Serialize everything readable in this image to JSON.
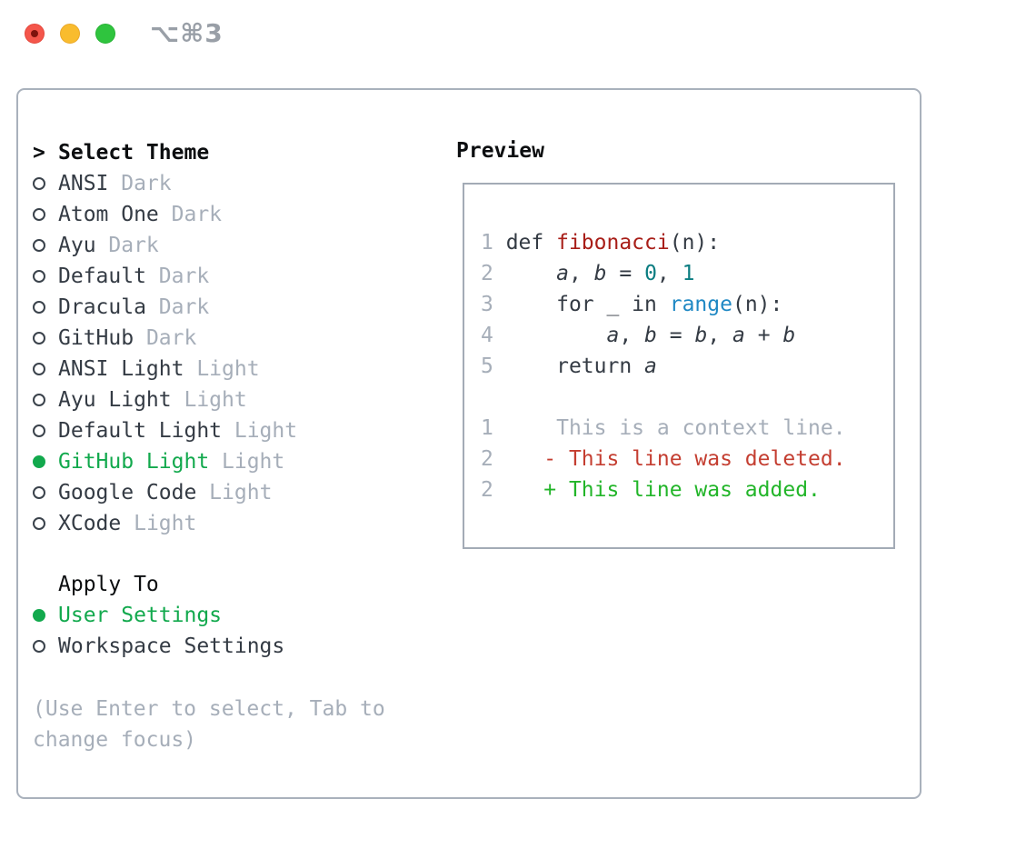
{
  "titlebar": {
    "shortcut": "⌥⌘3",
    "buttons": [
      "close-button",
      "minimize-button",
      "zoom-button"
    ]
  },
  "theme_panel": {
    "prompt": ">",
    "header": "Select Theme",
    "items": [
      {
        "name": "ANSI",
        "variant": "Dark",
        "selected": false
      },
      {
        "name": "Atom One",
        "variant": "Dark",
        "selected": false
      },
      {
        "name": "Ayu",
        "variant": "Dark",
        "selected": false
      },
      {
        "name": "Default",
        "variant": "Dark",
        "selected": false
      },
      {
        "name": "Dracula",
        "variant": "Dark",
        "selected": false
      },
      {
        "name": "GitHub",
        "variant": "Dark",
        "selected": false
      },
      {
        "name": "ANSI Light",
        "variant": "Light",
        "selected": false
      },
      {
        "name": "Ayu Light",
        "variant": "Light",
        "selected": false
      },
      {
        "name": "Default Light",
        "variant": "Light",
        "selected": false
      },
      {
        "name": "GitHub Light",
        "variant": "Light",
        "selected": true
      },
      {
        "name": "Google Code",
        "variant": "Light",
        "selected": false
      },
      {
        "name": "XCode",
        "variant": "Light",
        "selected": false
      }
    ],
    "apply_to": {
      "header": "Apply To",
      "options": [
        {
          "label": "User Settings",
          "selected": true
        },
        {
          "label": "Workspace Settings",
          "selected": false
        }
      ]
    },
    "hint_lines": [
      "(Use Enter to select, Tab to",
      "change focus)"
    ]
  },
  "preview": {
    "header": "Preview",
    "code_lines": [
      {
        "num": "1",
        "tokens": [
          {
            "t": "def ",
            "c": "plain"
          },
          {
            "t": "fibonacci",
            "c": "func"
          },
          {
            "t": "(n):",
            "c": "plain"
          }
        ]
      },
      {
        "num": "2",
        "tokens": [
          {
            "t": "    ",
            "c": "plain"
          },
          {
            "t": "a",
            "c": "var"
          },
          {
            "t": ", ",
            "c": "plain"
          },
          {
            "t": "b",
            "c": "var"
          },
          {
            "t": " = ",
            "c": "plain"
          },
          {
            "t": "0",
            "c": "num"
          },
          {
            "t": ", ",
            "c": "plain"
          },
          {
            "t": "1",
            "c": "num"
          }
        ]
      },
      {
        "num": "3",
        "tokens": [
          {
            "t": "    for _ in ",
            "c": "plain"
          },
          {
            "t": "range",
            "c": "builtin"
          },
          {
            "t": "(n):",
            "c": "plain"
          }
        ]
      },
      {
        "num": "4",
        "tokens": [
          {
            "t": "        ",
            "c": "plain"
          },
          {
            "t": "a",
            "c": "var"
          },
          {
            "t": ", ",
            "c": "plain"
          },
          {
            "t": "b",
            "c": "var"
          },
          {
            "t": " = ",
            "c": "plain"
          },
          {
            "t": "b",
            "c": "var"
          },
          {
            "t": ", ",
            "c": "plain"
          },
          {
            "t": "a",
            "c": "var"
          },
          {
            "t": " + ",
            "c": "plain"
          },
          {
            "t": "b",
            "c": "var"
          }
        ]
      },
      {
        "num": "5",
        "tokens": [
          {
            "t": "    return ",
            "c": "plain"
          },
          {
            "t": "a",
            "c": "var"
          }
        ]
      }
    ],
    "diff_lines": [
      {
        "num": "1",
        "text": "    This is a context line.",
        "type": "context"
      },
      {
        "num": "2",
        "text": "   - This line was deleted.",
        "type": "deleted"
      },
      {
        "num": "2",
        "text": "   + This line was added.",
        "type": "added"
      }
    ]
  },
  "colors": {
    "selection_green": "#12a94d",
    "added_green": "#22b529",
    "deleted_red": "#c43e31",
    "function_red": "#a81e18",
    "number_teal": "#0b7d81",
    "builtin_blue": "#1f88c4",
    "muted_gray": "#a6aeb9",
    "text_dark": "#343b44",
    "border_gray": "#a9b1bc",
    "traffic_red": "#f4564b",
    "traffic_yellow": "#f9bc2e",
    "traffic_green": "#2fc43e"
  }
}
